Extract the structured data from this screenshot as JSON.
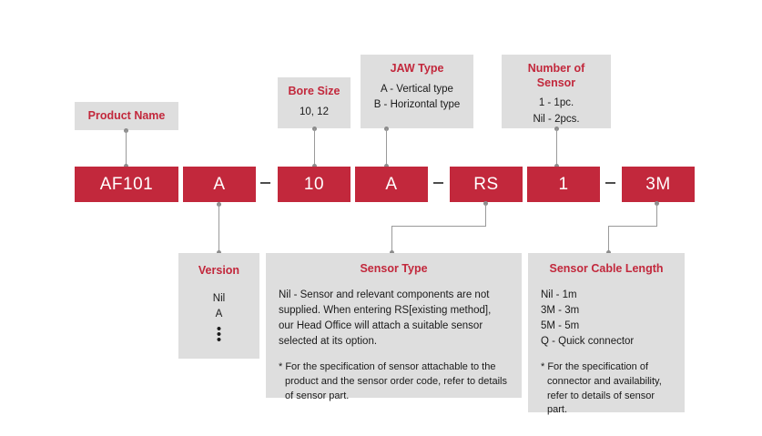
{
  "diagram": {
    "title": "Product part number configuration",
    "accent_color": "#c2283c",
    "box_color": "#dedede",
    "line_color": "#9a9a9a"
  },
  "code": {
    "segments": [
      {
        "name": "product-name",
        "value": "AF101"
      },
      {
        "name": "version",
        "value": "A"
      },
      {
        "name": "bore-size",
        "value": "10"
      },
      {
        "name": "jaw-type",
        "value": "A"
      },
      {
        "name": "sensor-type",
        "value": "RS"
      },
      {
        "name": "number-of-sensor",
        "value": "1"
      },
      {
        "name": "sensor-cable-length",
        "value": "3M"
      }
    ],
    "separators": [
      "-",
      "-",
      "-"
    ]
  },
  "callouts": {
    "product_name": {
      "title": "Product Name",
      "lines": []
    },
    "bore_size": {
      "title": "Bore Size",
      "lines": [
        "10, 12"
      ]
    },
    "jaw_type": {
      "title": "JAW Type",
      "lines": [
        "A - Vertical type",
        "B - Horizontal type"
      ]
    },
    "number_of_sensor": {
      "title": "Number of Sensor",
      "lines": [
        "1 - 1pc.",
        "Nil - 2pcs."
      ]
    },
    "version": {
      "title": "Version",
      "lines": [
        "Nil",
        "A"
      ],
      "ellipsis": "⋮"
    },
    "sensor_type": {
      "title": "Sensor Type",
      "body": "Nil - Sensor and relevant components are not supplied. When entering RS[existing method], our Head Office will attach a suitable sensor selected at its option.",
      "note": "* For the specification of sensor attachable to the product and the sensor order code, refer to details of sensor part."
    },
    "sensor_cable_length": {
      "title": "Sensor Cable Length",
      "lines": [
        "Nil - 1m",
        "3M - 3m",
        "5M - 5m",
        "Q - Quick connector"
      ],
      "note": "* For the specification of connector and availability, refer to details of sensor part."
    }
  }
}
